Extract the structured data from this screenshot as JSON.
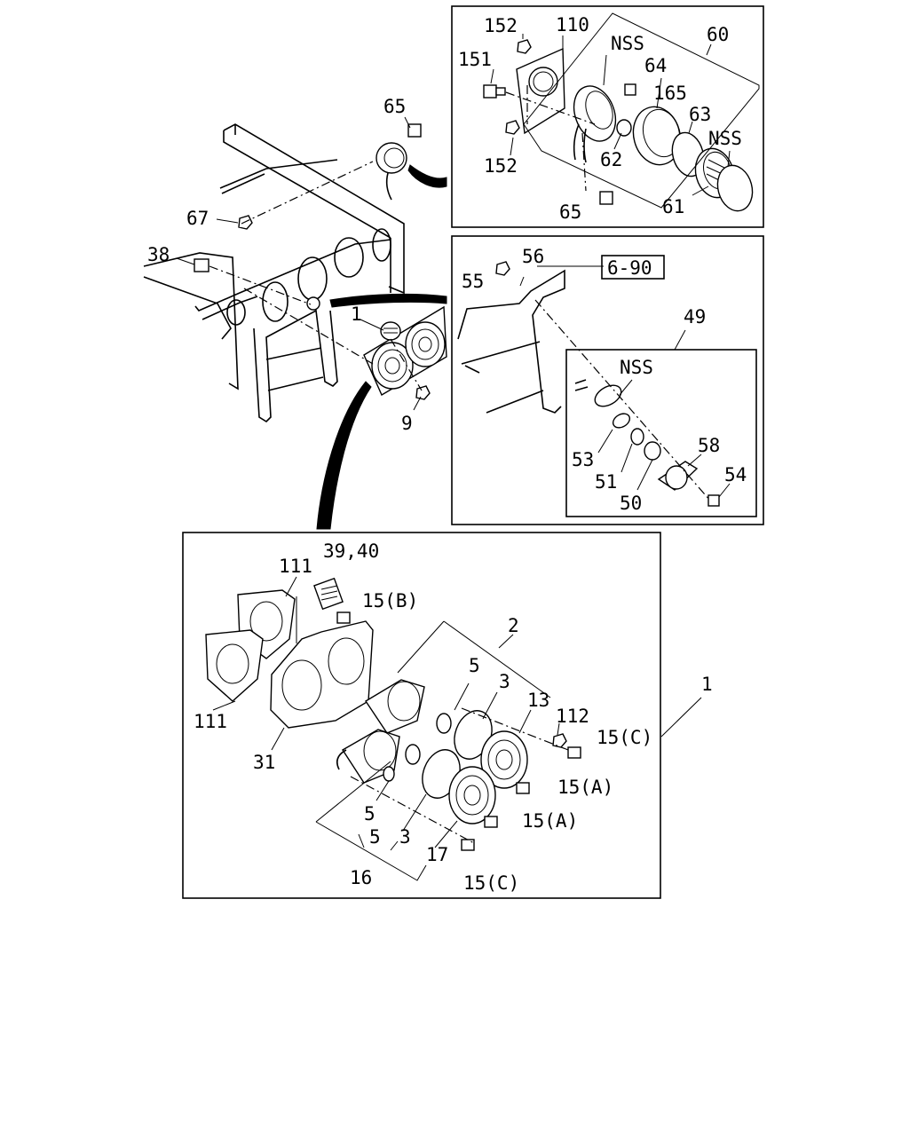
{
  "callouts": {
    "c152a": "152",
    "c110": "110",
    "c151": "151",
    "c60": "60",
    "cNSS1": "NSS",
    "c64": "64",
    "c165": "165",
    "c63": "63",
    "cNSS2": "NSS",
    "c62": "62",
    "c152b": "152",
    "c65a": "65",
    "c61": "61",
    "c65b": "65",
    "c67": "67",
    "c38": "38",
    "c1a": "1",
    "c9": "9",
    "c56": "56",
    "c55": "55",
    "ref690": "6-90",
    "c49": "49",
    "cNSS3": "NSS",
    "c53": "53",
    "c58": "58",
    "c51": "51",
    "c54": "54",
    "c50": "50",
    "c3940": "39,40",
    "c111a": "111",
    "c15B": "15(B)",
    "c2": "2",
    "c111b": "111",
    "c5a": "5",
    "c3a": "3",
    "c13": "13",
    "c1b": "1",
    "c112": "112",
    "c15Ca": "15(C)",
    "c31": "31",
    "c15Aa": "15(A)",
    "c5b": "5",
    "c15Ab": "15(A)",
    "c5c": "5",
    "c3b": "3",
    "c17": "17",
    "c16": "16",
    "c15Cb": "15(C)"
  }
}
